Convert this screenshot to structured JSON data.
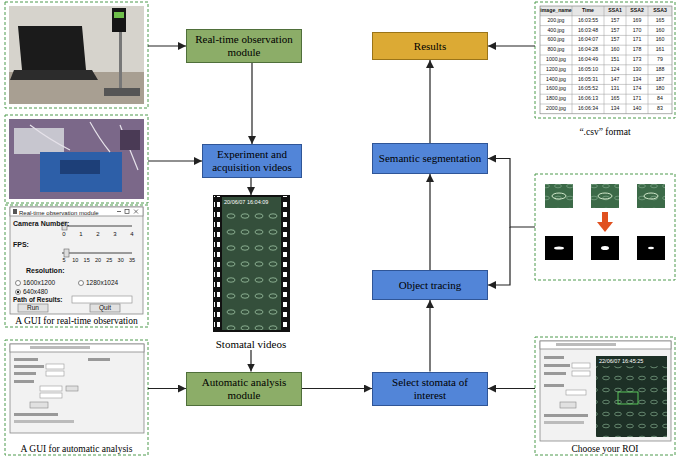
{
  "diagram": {
    "nodes": [
      {
        "text": [
          "Real-time observation module"
        ]
      },
      {
        "text": [
          "Experiment and acquisition videos"
        ]
      },
      {
        "text": [
          "Stomatal videos"
        ]
      },
      {
        "text": [
          "Automatic analysis module"
        ]
      },
      {
        "text": [
          "Select stomata of interest"
        ]
      },
      {
        "text": [
          "Object tracing"
        ]
      },
      {
        "text": [
          "Semantic segmentation"
        ]
      },
      {
        "text": [
          "Results"
        ]
      },
      {
        "text": [
          "A GUI for real-time observation"
        ]
      },
      {
        "text": [
          "A GUI for automatic analysis"
        ]
      },
      {
        "text": [
          "Choose your ROI"
        ]
      },
      {
        "text": [
          "“.csv” format"
        ]
      }
    ],
    "edges": [
      {
        "from": 0,
        "to": 1,
        "arrow": "to"
      },
      {
        "from": 1,
        "to": 2,
        "arrow": "to"
      },
      {
        "from": 2,
        "to": 3,
        "arrow": "to"
      },
      {
        "from": 9,
        "to": 3,
        "arrow": "to"
      },
      {
        "from": 3,
        "to": 4,
        "arrow": "to"
      },
      {
        "from": 10,
        "to": 4,
        "arrow": "to"
      },
      {
        "from": 4,
        "to": 5,
        "arrow": "to"
      },
      {
        "from": 5,
        "to": 6,
        "arrow": "to"
      },
      {
        "from": 6,
        "to": 7,
        "arrow": "to"
      },
      {
        "from": 11,
        "to": 7,
        "arrow": "to"
      }
    ],
    "labels": [
      "Real-time observation module",
      "Camera Number:",
      "0",
      "1",
      "2",
      "3",
      "4",
      "FPS:",
      "5",
      "10",
      "15",
      "20",
      "25",
      "30",
      "35",
      "Resolution:",
      "1600x1200",
      "1280x1024",
      "640x480",
      "Path of Results:",
      "Run",
      "Quit",
      "20/06/07 16:04:09",
      "22/06/07 16:45:25",
      "image_name",
      "Time",
      "SSA1",
      "SSA2",
      "SSA3",
      "200.jpg",
      "16:03:55",
      "157",
      "169",
      "165",
      "400.jpg",
      "16:03:48",
      "157",
      "170",
      "160",
      "600.jpg",
      "16:04:07",
      "157",
      "171",
      "160",
      "800.jpg",
      "16:04:28",
      "160",
      "178",
      "161",
      "1000.jpg",
      "16:04:49",
      "151",
      "173",
      "79",
      "1200.jpg",
      "16:05:10",
      "124",
      "130",
      "188",
      "1400.jpg",
      "16:05:31",
      "147",
      "134",
      "187",
      "1600.jpg",
      "16:05:52",
      "131",
      "174",
      "180",
      "1800.jpg",
      "16:06:13",
      "165",
      "171",
      "84",
      "2000.jpg",
      "16:06:34",
      "134",
      "140",
      "83"
    ]
  }
}
